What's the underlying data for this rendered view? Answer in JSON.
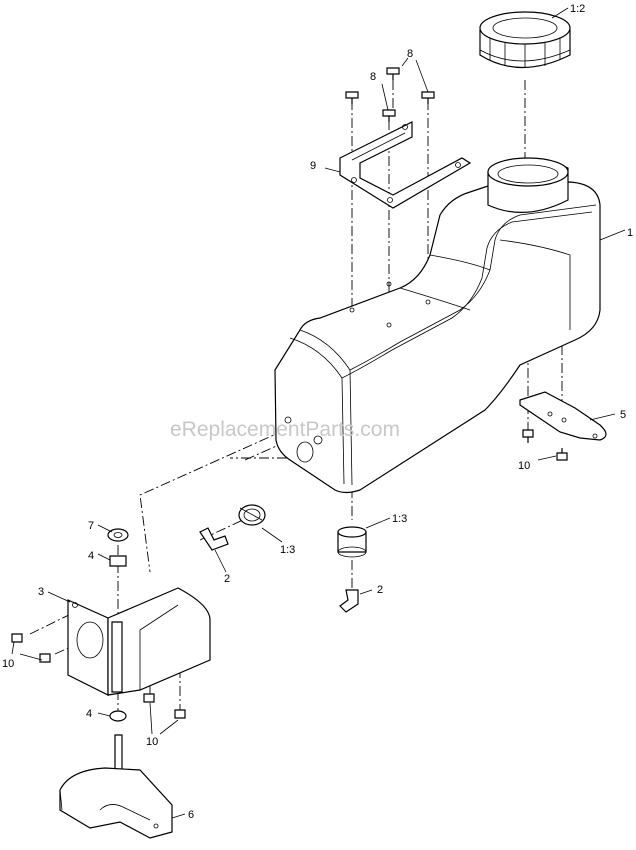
{
  "watermark": "eReplacementParts.com",
  "callouts": {
    "c_1_2": "1:2",
    "c_1": "1",
    "c_8a": "8",
    "c_8b": "8",
    "c_9": "9",
    "c_5": "5",
    "c_10a": "10",
    "c_1_3a": "1:3",
    "c_2a": "2",
    "c_1_3b": "1:3",
    "c_2b": "2",
    "c_7": "7",
    "c_4a": "4",
    "c_3": "3",
    "c_10b": "10",
    "c_4b": "4",
    "c_10c": "10",
    "c_6": "6"
  }
}
